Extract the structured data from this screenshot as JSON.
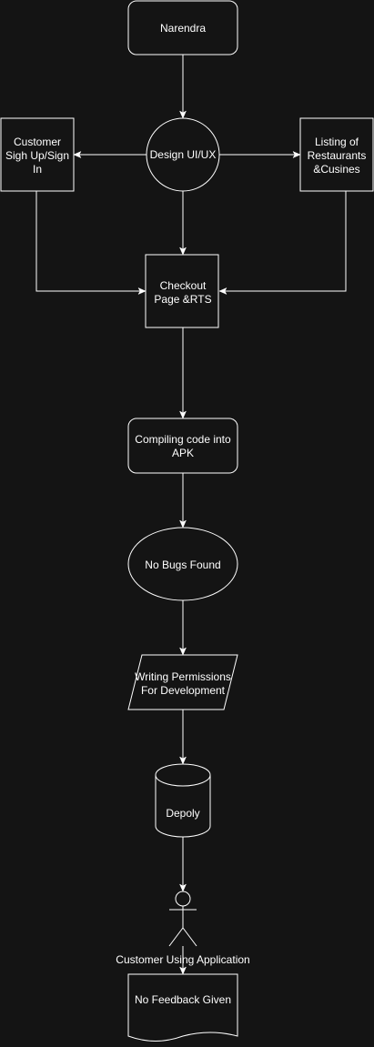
{
  "colors": {
    "background": "#141414",
    "stroke": "#ffffff",
    "text": "#ffffff"
  },
  "nodes": {
    "narendra": {
      "shape": "rounded-rectangle",
      "lines": [
        "Narendra"
      ]
    },
    "design": {
      "shape": "circle",
      "lines": [
        "Design UI/UX"
      ]
    },
    "signup": {
      "shape": "rectangle",
      "lines": [
        "Customer",
        "Sigh Up/Sign",
        "In"
      ]
    },
    "listing": {
      "shape": "rectangle",
      "lines": [
        "Listing of",
        "Restaurants",
        "&Cusines"
      ]
    },
    "checkout": {
      "shape": "rectangle",
      "lines": [
        "Checkout",
        "Page &RTS"
      ]
    },
    "compile": {
      "shape": "rounded-rectangle",
      "lines": [
        "Compiling code into",
        "APK"
      ]
    },
    "nobugs": {
      "shape": "ellipse",
      "lines": [
        "No Bugs Found"
      ]
    },
    "permissions": {
      "shape": "parallelogram",
      "lines": [
        "Writing Permissions",
        "For Development"
      ]
    },
    "deploy": {
      "shape": "cylinder",
      "lines": [
        "Depoly"
      ]
    },
    "customer": {
      "shape": "actor",
      "lines": [
        "Customer Using Application"
      ]
    },
    "feedback": {
      "shape": "document",
      "lines": [
        "No Feedback Given"
      ]
    }
  },
  "edges": [
    {
      "from": "narendra",
      "to": "design"
    },
    {
      "from": "design",
      "to": "signup"
    },
    {
      "from": "design",
      "to": "listing"
    },
    {
      "from": "design",
      "to": "checkout"
    },
    {
      "from": "signup",
      "to": "checkout"
    },
    {
      "from": "listing",
      "to": "checkout"
    },
    {
      "from": "checkout",
      "to": "compile"
    },
    {
      "from": "compile",
      "to": "nobugs"
    },
    {
      "from": "nobugs",
      "to": "permissions"
    },
    {
      "from": "permissions",
      "to": "deploy"
    },
    {
      "from": "deploy",
      "to": "customer"
    },
    {
      "from": "customer",
      "to": "feedback"
    }
  ]
}
